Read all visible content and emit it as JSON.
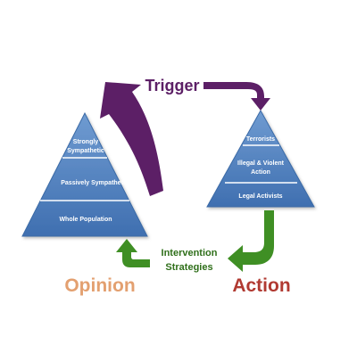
{
  "trigger_label": "Trigger",
  "intervention_label_line1": "Intervention",
  "intervention_label_line2": "Strategies",
  "opinion": {
    "title": "Opinion",
    "tiers": [
      {
        "lines": [
          "Strongly",
          "Sympathetic"
        ]
      },
      {
        "lines": [
          "Passively Sympathetic"
        ]
      },
      {
        "lines": [
          "Whole Population"
        ]
      }
    ]
  },
  "action": {
    "title": "Action",
    "tiers": [
      {
        "lines": [
          "Terrorists"
        ]
      },
      {
        "lines": [
          "Illegal & Violent",
          "Action"
        ]
      },
      {
        "lines": [
          "Legal Activists"
        ]
      }
    ]
  },
  "colors": {
    "pyramid_fill": "#4f81bd",
    "pyramid_edge": "#3a6aa6",
    "trigger_arrow": "#5c1f66",
    "trigger_text": "#5c1f66",
    "intervention_arrow": "#3f8f24",
    "intervention_text": "#2f6f1a",
    "opinion_text": "#e3a070",
    "action_text": "#b13a32"
  }
}
